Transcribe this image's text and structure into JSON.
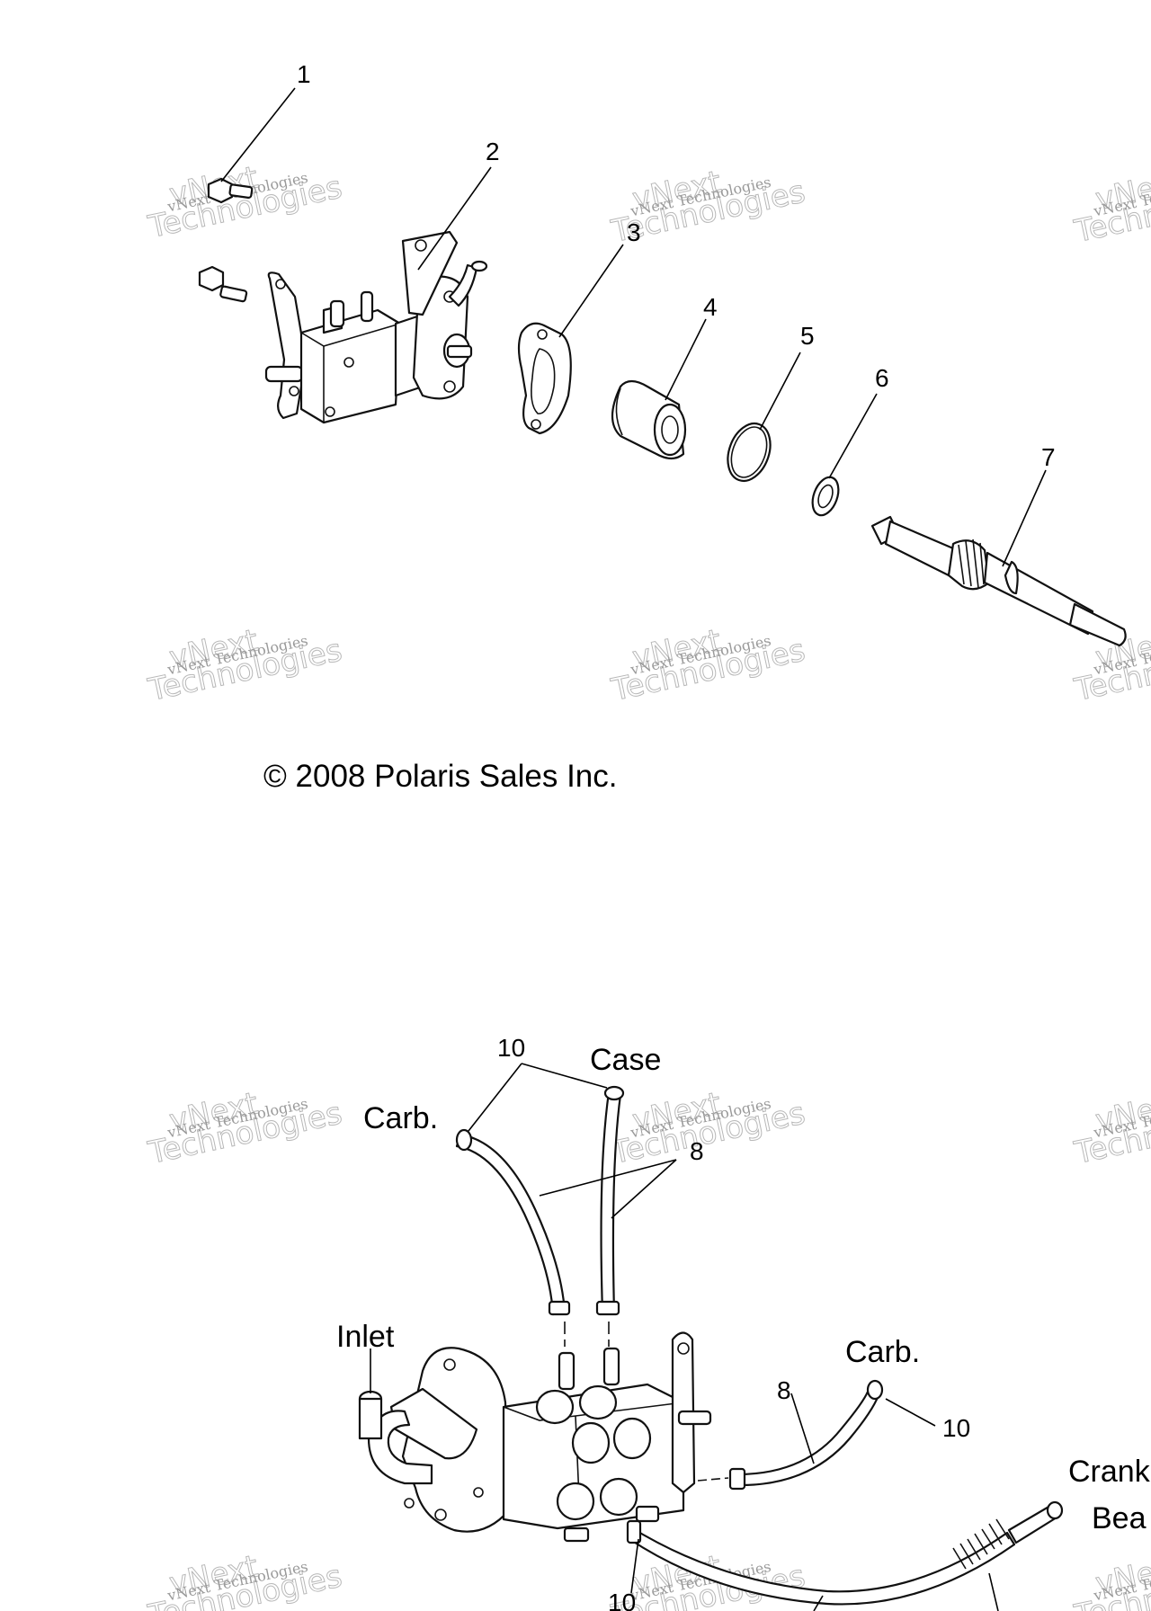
{
  "callouts_top": [
    "1",
    "2",
    "3",
    "4",
    "5",
    "6",
    "7"
  ],
  "copyright": "© 2008 Polaris Sales Inc.",
  "bottom_labels": {
    "callout_10_top": "10",
    "case": "Case",
    "carb_left": "Carb.",
    "callout_8_top": "8",
    "inlet": "Inlet",
    "carb_right": "Carb.",
    "callout_8_right": "8",
    "callout_10_right": "10",
    "crank_partial": "Crank",
    "bea_partial": "Bea",
    "callout_10_bottom": "10"
  },
  "watermark": {
    "line1": "vNext Technologies",
    "line2": "Technologies",
    "line3": "vNext"
  }
}
